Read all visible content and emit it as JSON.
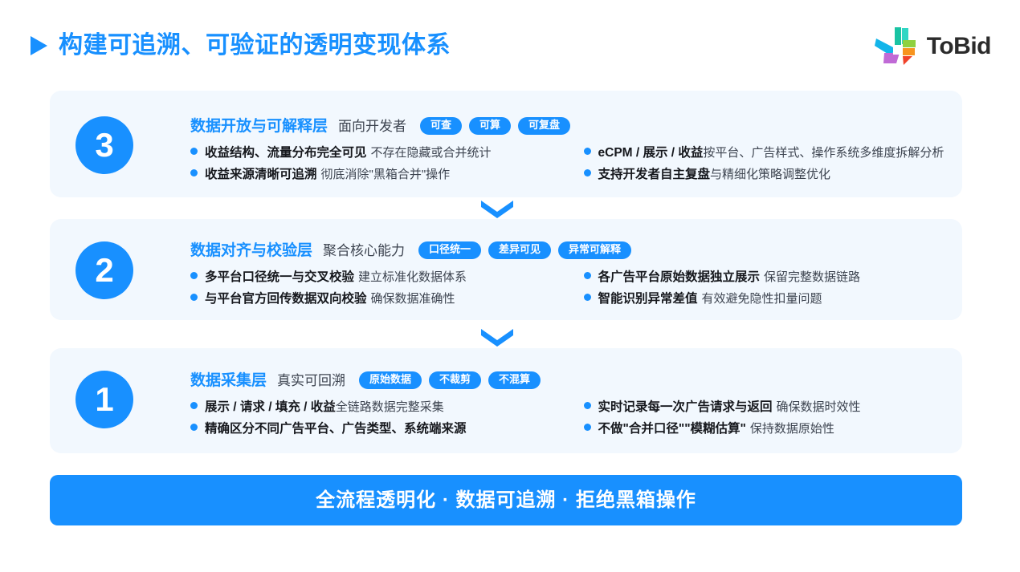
{
  "header": {
    "title": "构建可追溯、可验证的透明变现体系",
    "play_icon": "play-triangle-icon",
    "logo": {
      "mark_icon": "tobid-logo-mark",
      "text": "ToBid"
    }
  },
  "colors": {
    "accent": "#1890ff",
    "card_bg": "#f2f8fe",
    "page_bg": "#ffffff",
    "text_strong": "#16181d",
    "text_normal": "#3d4450",
    "banner_bg": "#1890ff"
  },
  "cards": [
    {
      "number": "3",
      "layer_name": "数据开放与可解释层",
      "layer_sub": "面向开发者",
      "tags": [
        "可查",
        "可算",
        "可复盘"
      ],
      "left_bullets": [
        {
          "strong": "收益结构、流量分布完全可见",
          "normal": "不存在隐藏或合并统计"
        },
        {
          "strong": "收益来源清晰可追溯",
          "normal": "彻底消除\"黑箱合并\"操作"
        }
      ],
      "right_bullets": [
        {
          "strong": "eCPM / 展示 / 收益",
          "normal": "按平台、广告样式、操作系统多维度拆解分析",
          "tight": true
        },
        {
          "strong": "支持开发者自主复盘",
          "normal": "与精细化策略调整优化",
          "tight": true
        }
      ]
    },
    {
      "number": "2",
      "layer_name": "数据对齐与校验层",
      "layer_sub": "聚合核心能力",
      "tags": [
        "口径统一",
        "差异可见",
        "异常可解释"
      ],
      "left_bullets": [
        {
          "strong": "多平台口径统一与交叉校验",
          "normal": "建立标准化数据体系"
        },
        {
          "strong": "与平台官方回传数据双向校验",
          "normal": "确保数据准确性"
        }
      ],
      "right_bullets": [
        {
          "strong": "各广告平台原始数据独立展示",
          "normal": "保留完整数据链路"
        },
        {
          "strong": "智能识别异常差值",
          "normal": "有效避免隐性扣量问题"
        }
      ]
    },
    {
      "number": "1",
      "layer_name": "数据采集层",
      "layer_sub": "真实可回溯",
      "tags": [
        "原始数据",
        "不裁剪",
        "不混算"
      ],
      "left_bullets": [
        {
          "strong": "展示 / 请求 / 填充 / 收益",
          "normal": "全链路数据完整采集",
          "tight": true
        },
        {
          "strong": "精确区分不同广告平台、广告类型、系统端来源",
          "normal": ""
        }
      ],
      "right_bullets": [
        {
          "strong": "实时记录每一次广告请求与返回",
          "normal": "确保数据时效性"
        },
        {
          "strong": "不做\"合并口径\"\"模糊估算\"",
          "normal": "保持数据原始性"
        }
      ]
    }
  ],
  "connectors": [
    {
      "icon": "chevron-down-icon"
    },
    {
      "icon": "chevron-down-icon"
    }
  ],
  "banner": {
    "text": "全流程透明化 · 数据可追溯 · 拒绝黑箱操作"
  }
}
